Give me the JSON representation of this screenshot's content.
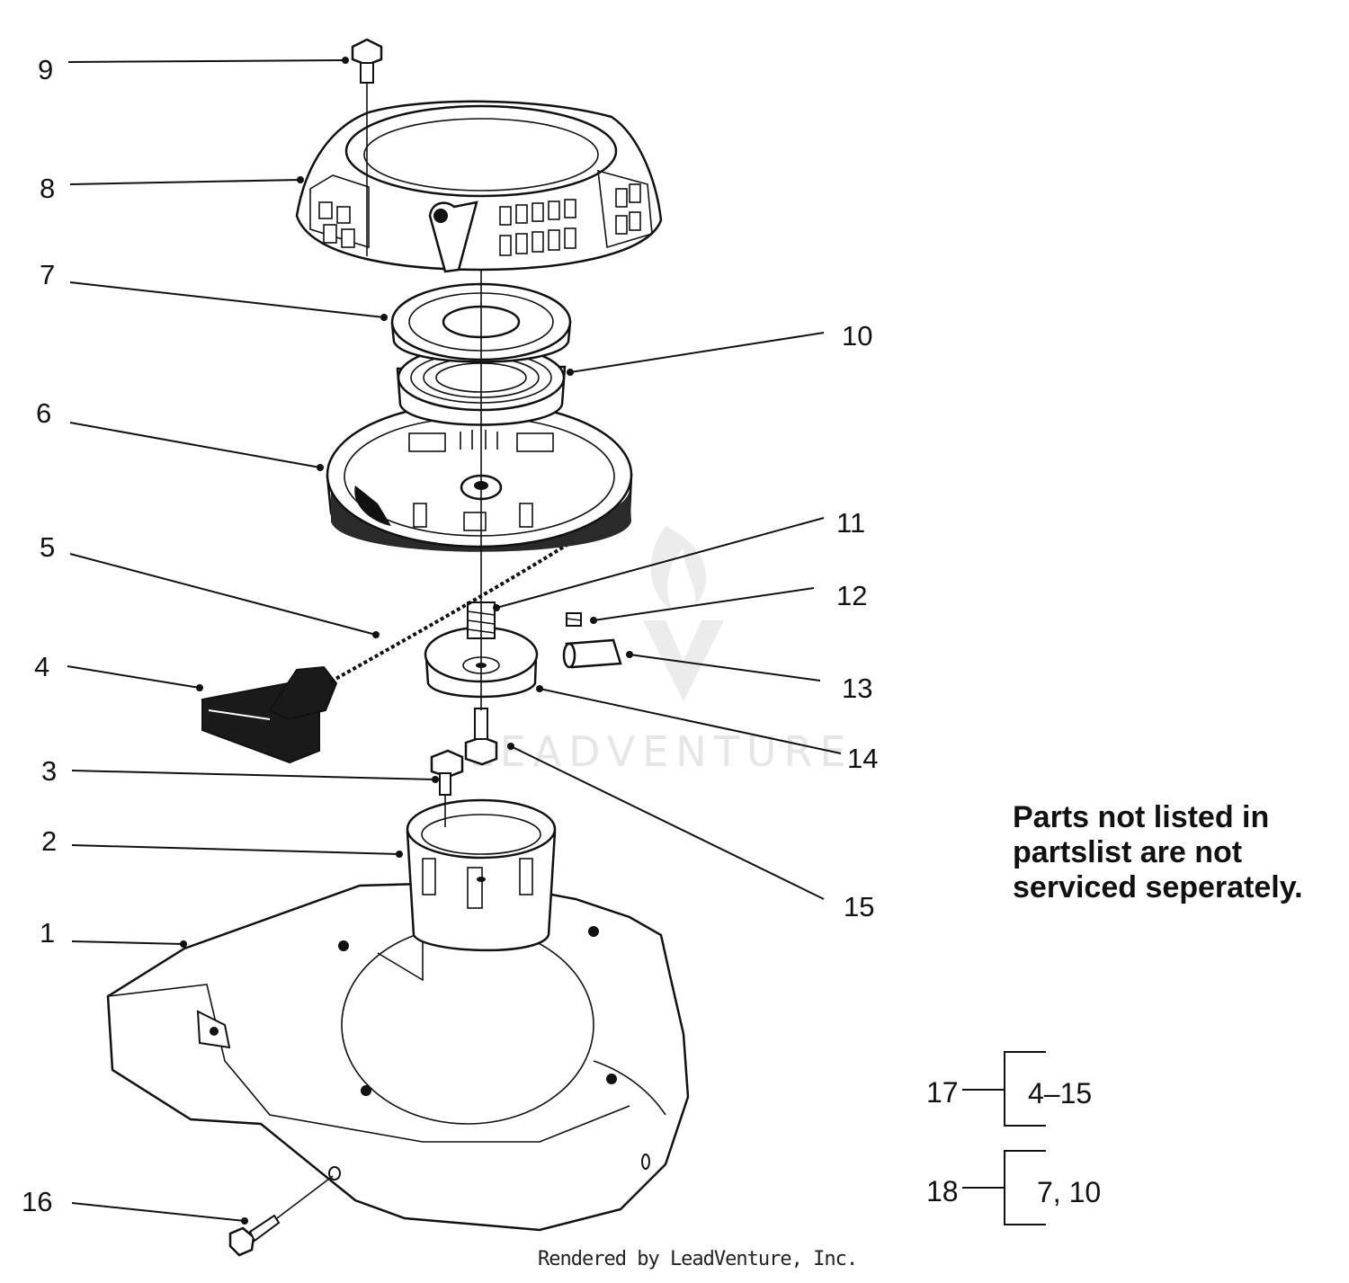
{
  "callouts": [
    "1",
    "2",
    "3",
    "4",
    "5",
    "6",
    "7",
    "8",
    "9",
    "10",
    "11",
    "12",
    "13",
    "14",
    "15",
    "16"
  ],
  "note": {
    "line1": "Parts not listed in",
    "line2": "partslist are not",
    "line3": "serviced seperately."
  },
  "kits": [
    {
      "number": "17",
      "contents": "4–15"
    },
    {
      "number": "18",
      "contents": "7, 10"
    }
  ],
  "watermark": "LEADVENTURE",
  "footer": "Rendered by LeadVenture, Inc."
}
